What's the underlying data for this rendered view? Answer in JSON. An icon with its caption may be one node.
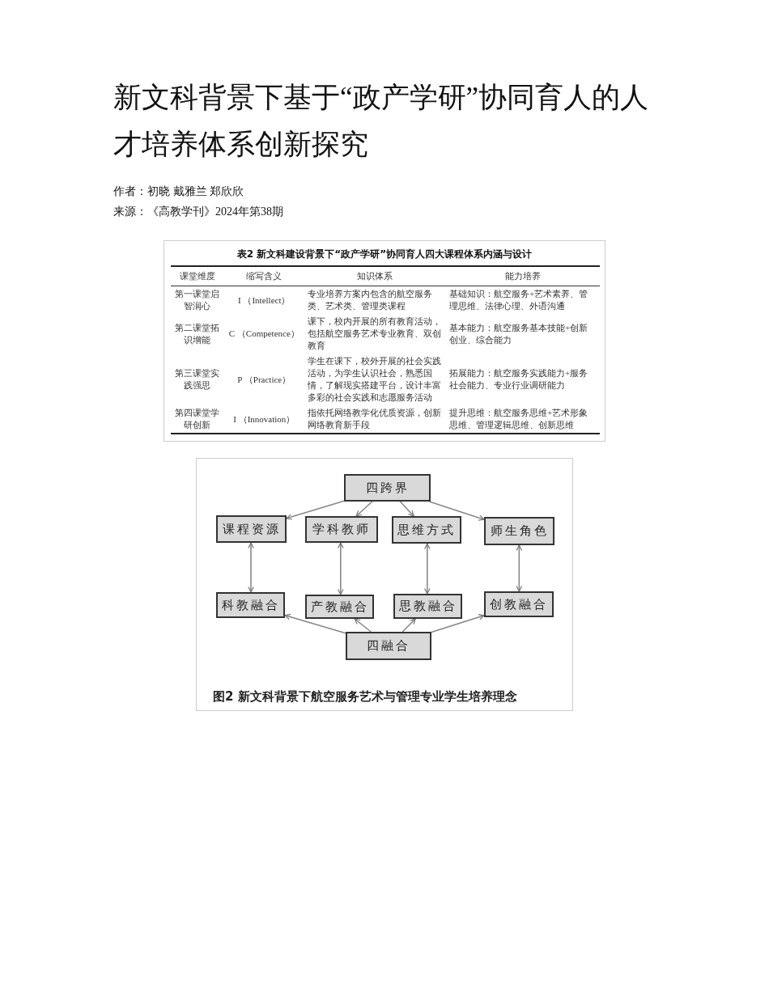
{
  "diagram": {
    "title": "新文科背景下基于“政产学研”协同育人的人才培养体系创新探究",
    "caption": "图2 新文科背景下航空服务艺术与管理专业学生培养理念",
    "nodes": [
      {
        "text": [
          "四跨界"
        ]
      },
      {
        "text": [
          "课程资源"
        ]
      },
      {
        "text": [
          "学科教师"
        ]
      },
      {
        "text": [
          "思维方式"
        ]
      },
      {
        "text": [
          "师生角色"
        ]
      },
      {
        "text": [
          "科教融合"
        ]
      },
      {
        "text": [
          "产教融合"
        ]
      },
      {
        "text": [
          "思教融合"
        ]
      },
      {
        "text": [
          "创教融合"
        ]
      },
      {
        "text": [
          "四融合"
        ]
      }
    ],
    "edges": [
      {
        "from": 0,
        "to": 1,
        "arrow": "to"
      },
      {
        "from": 0,
        "to": 2,
        "arrow": "to"
      },
      {
        "from": 0,
        "to": 3,
        "arrow": "to"
      },
      {
        "from": 0,
        "to": 4,
        "arrow": "to"
      },
      {
        "from": 1,
        "to": 5,
        "arrow": "both"
      },
      {
        "from": 2,
        "to": 6,
        "arrow": "both"
      },
      {
        "from": 3,
        "to": 7,
        "arrow": "both"
      },
      {
        "from": 4,
        "to": 8,
        "arrow": "both"
      },
      {
        "from": 9,
        "to": 5,
        "arrow": "to"
      },
      {
        "from": 9,
        "to": 6,
        "arrow": "to"
      },
      {
        "from": 9,
        "to": 7,
        "arrow": "to"
      },
      {
        "from": 9,
        "to": 8,
        "arrow": "to"
      }
    ],
    "labels": [
      "作者：初晓 戴雅兰 郑欣欣",
      "来源：《高教学刊》2024年第38期",
      "表2 新文科建设背景下“政产学研”协同育人四大课程体系内涵与设计",
      "课堂维度",
      "缩写含义",
      "知识体系",
      "能力培养",
      "第一课堂启智润心",
      "I （Intellect）",
      "专业培养方案内包含的航空服务类、艺术类、管理类课程",
      "基础知识：航空服务+艺术素养、管理思维、法律心理、外语沟通",
      "第二课堂拓识增能",
      "C （Competence）",
      "课下，校内开展的所有教育活动，包括航空服务艺术专业教育、双创教育",
      "基本能力：航空服务基本技能+创新创业、综合能力",
      "第三课堂实践强思",
      "P （Practice）",
      "学生在课下，校外开展的社会实践活动，为学生认识社会，熟悉国情，了解现实搭建平台，设计丰富多彩的社会实践和志愿服务活动",
      "拓展能力：航空服务实践能力+服务社会能力、专业行业调研能力",
      "第四课堂学研创新",
      "I （Innovation）",
      "指依托网络教学化优质资源，创新网络教育新手段",
      "提升思维：航空服务思维+艺术形象思维、管理逻辑思维、创新思维"
    ]
  }
}
